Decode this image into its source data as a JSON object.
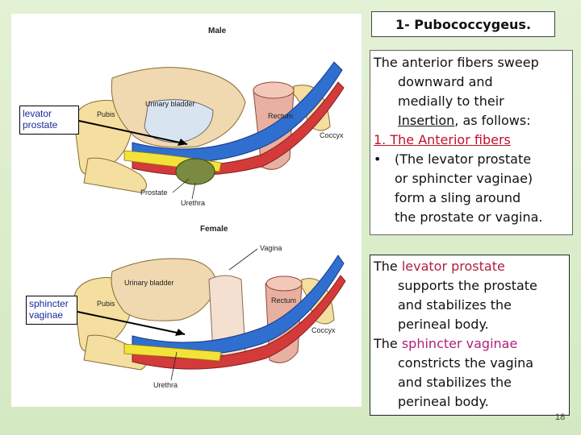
{
  "title": "1- Pubococcygeus.",
  "box1": {
    "intro_a": "The anterior fibers sweep",
    "intro_b": "downward and",
    "intro_c": "medially to their",
    "intro_d": "Insertion",
    "intro_e": ", as follows:",
    "heading": "1. The Anterior fibers",
    "bullet": "•",
    "item_a": "(The levator prostate",
    "item_b": "or sphincter vaginae)",
    "item_c": "form a sling around",
    "item_d": "the prostate or vagina."
  },
  "box2": {
    "the1": "The ",
    "term1": "levator prostate",
    "l1b": "supports the prostate",
    "l1c": "and stabilizes the",
    "l1d": "perineal body.",
    "the2": "The ",
    "term2": "sphincter vaginae",
    "l2b": "constricts the vagina",
    "l2c": "and stabilizes the",
    "l2d": "perineal body."
  },
  "figure": {
    "male": {
      "heading": "Male",
      "urinary_bladder": "Urinary bladder",
      "pubis": "Pubis",
      "rectum": "Rectum",
      "coccyx": "Coccyx",
      "prostate": "Prostate",
      "urethra": "Urethra",
      "callout_a": "levator",
      "callout_b": "prostate"
    },
    "female": {
      "heading": "Female",
      "vagina": "Vagina",
      "urinary_bladder": "Urinary bladder",
      "pubis": "Pubis",
      "rectum": "Rectum",
      "coccyx": "Coccyx",
      "urethra": "Urethra",
      "callout_a": "sphincter",
      "callout_b": "vaginae"
    }
  },
  "page_number": "18",
  "colors": {
    "heading_red": "#c0102c",
    "term_magenta": "#b0207c",
    "muscle_blue": "#2f6fd0",
    "muscle_red": "#d43a3a",
    "muscle_yellow": "#f2e23a",
    "bone": "#f4dfa0"
  }
}
